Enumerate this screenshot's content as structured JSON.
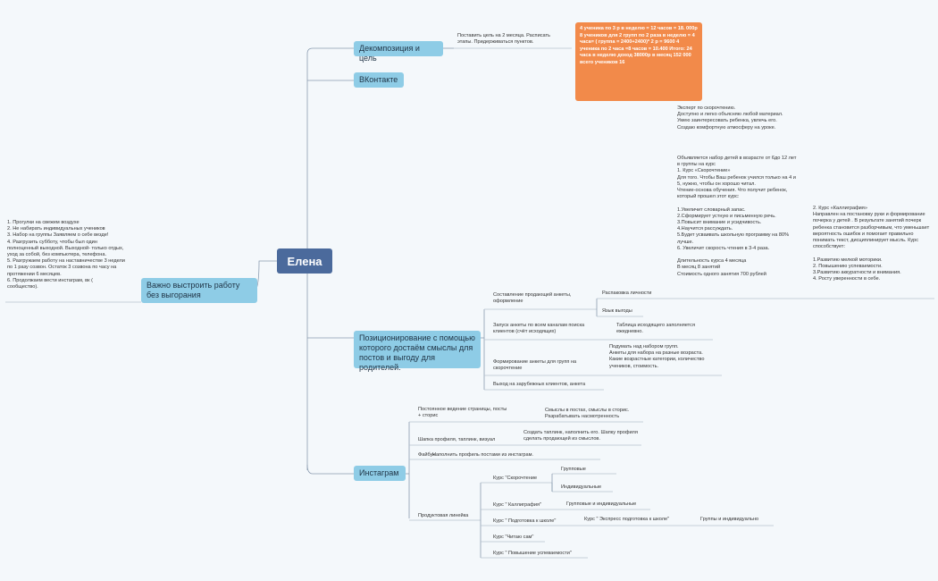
{
  "root": {
    "label": "Елена"
  },
  "left_note": {
    "text": "1. Прогулки на свежем воздухе\n2. Не набирать индивидуальных учеников\n3. Набор на группы Заявляем о себе везде!\n4. Разгрузить субботу, чтобы был один полноценный выходной. Выходной- только отдых, уход за собой, без компьютера, телефона.\n5. Разгружаем работу на наставничестве 3 недели по 1 разу созвон. Остаток 3 созвона по часу на протяжении 6 месяцев.\n6. Продолжаем вести инстаграм, вк ( сообщество)."
  },
  "burnout": {
    "label": "Важно выстроить работу без выгорания"
  },
  "decomp": {
    "label": "Декомпозиция и цель",
    "goal": "Поставить цель на 2 месяца. Расписать этапы.  Придерживаться пунктов.",
    "calc": "4 ученика по 3 р в неделю = 12 часов = 18. 000р\n8 учеников для 2 групп по 2 раза в неделю = 4 часа= (  группа = 2400+2400)* 2 р = 9600\n4 ученика по 2 часа =8 часов = 10.400\nИтого: 24 часа\nв неделю доход 38000р\nв месяц 152 000\nвсего учеников 16"
  },
  "vk": {
    "label": "ВКонтакте"
  },
  "positioning": {
    "label": "Позиционирование с помощью которого достаём смыслы для постов и выгоду для родителей.",
    "selling": "Составление продающей анкеты, оформление",
    "raspak": "Распаковка личности",
    "benefit_lang": "Язык выгоды",
    "expert": "Эксперт по скорочтению.\nДоступно и легко объясняю любой материал. Умею заинтересовать ребенка, увлечь его. Создаю комфортную атмосферу на уроке.",
    "course1": "Объявляется набор детей в возрасте от 6до 12 лет в группы  на курс\n1.  Курс «Скорочтение»\nДля того. Чтобы Ваш ребенок учился только на 4 и 5, нужно, чтобы он хорошо читал.\nЧтение-основа обучения. Что получит ребенок, который прошел этот курс:\n\n1.Увеличит словарный запас.\n2.Сформирует устную и письменную речь.\n3.Повысит внимание и усидчивость.\n4.Научится рассуждать.\n5.Будет усваивать школьную программу на 80% лучше.\n6. Увеличит скорость чтения в 3-4 раза.\n\nДлительность курса 4 месяца\nВ месяц 8 занятий\nСтоимость одного занятия 700 рублей",
    "course2": "2.  Курс «Каллиграфия»\nНаправлен на постановку руки и формирование почерка у детей . В результате занятий почерк ребенка становится разборчивым, что уменьшает вероятность ошибок и помогает правильно понимать текст, дисциплинирует мысль. Курс способствует:\n\n1.Развитию мелкой моторики.\n2. Повышению успеваемости.\n3.Развитию аккуратности и внимания.\n4. Росту уверенности в себе.",
    "launch": "Запуск анкеты по всем каналам поиска клиентов (счёт исходящих)",
    "table_note": "Таблица исходящего заполняется ежедневно.",
    "groups_form": "Формирование анкеты для групп на скорочтение",
    "groups_note": "Подумать над набором групп.\nАнкеты для набора на разные возраста.\nКакие возрастные категории, количество учеников, стоимость.",
    "foreign": "Выход на зарубежных клиентов, анкета"
  },
  "instagram": {
    "label": "Инстаграм",
    "constant": "Постоянное ведение страницы, посты + сторис",
    "constant_note": "Смыслы в постах, смыслы в сторис.\nРазрабатывать насмотренность",
    "header": "Шапка профиля, таплинк, визуал",
    "header_note": "Создать таплинк, наполнить его. Шапку профиля сделать продающей из смыслов.",
    "file": "Файбук",
    "file_note": "Наполнить профиль постами из инстаграм.",
    "product_line": "Продуктовая линейка",
    "c_speed": "Курс \"Скорочтение",
    "group": "Групповые",
    "indiv": "Индивидуальные",
    "c_call": "Курс \" Каллиграфия\"",
    "call_note": "Групповые и индивидуальные",
    "c_school": "Курс \" Подготовка к школе\"",
    "school_express": "Курс \" Экспресс подготовка к школе\"",
    "school_note": "Группы и индивидуально",
    "c_read": "Курс \"Читаю сам\"",
    "c_grades": "Курс \" Повышение успеваемости\""
  }
}
